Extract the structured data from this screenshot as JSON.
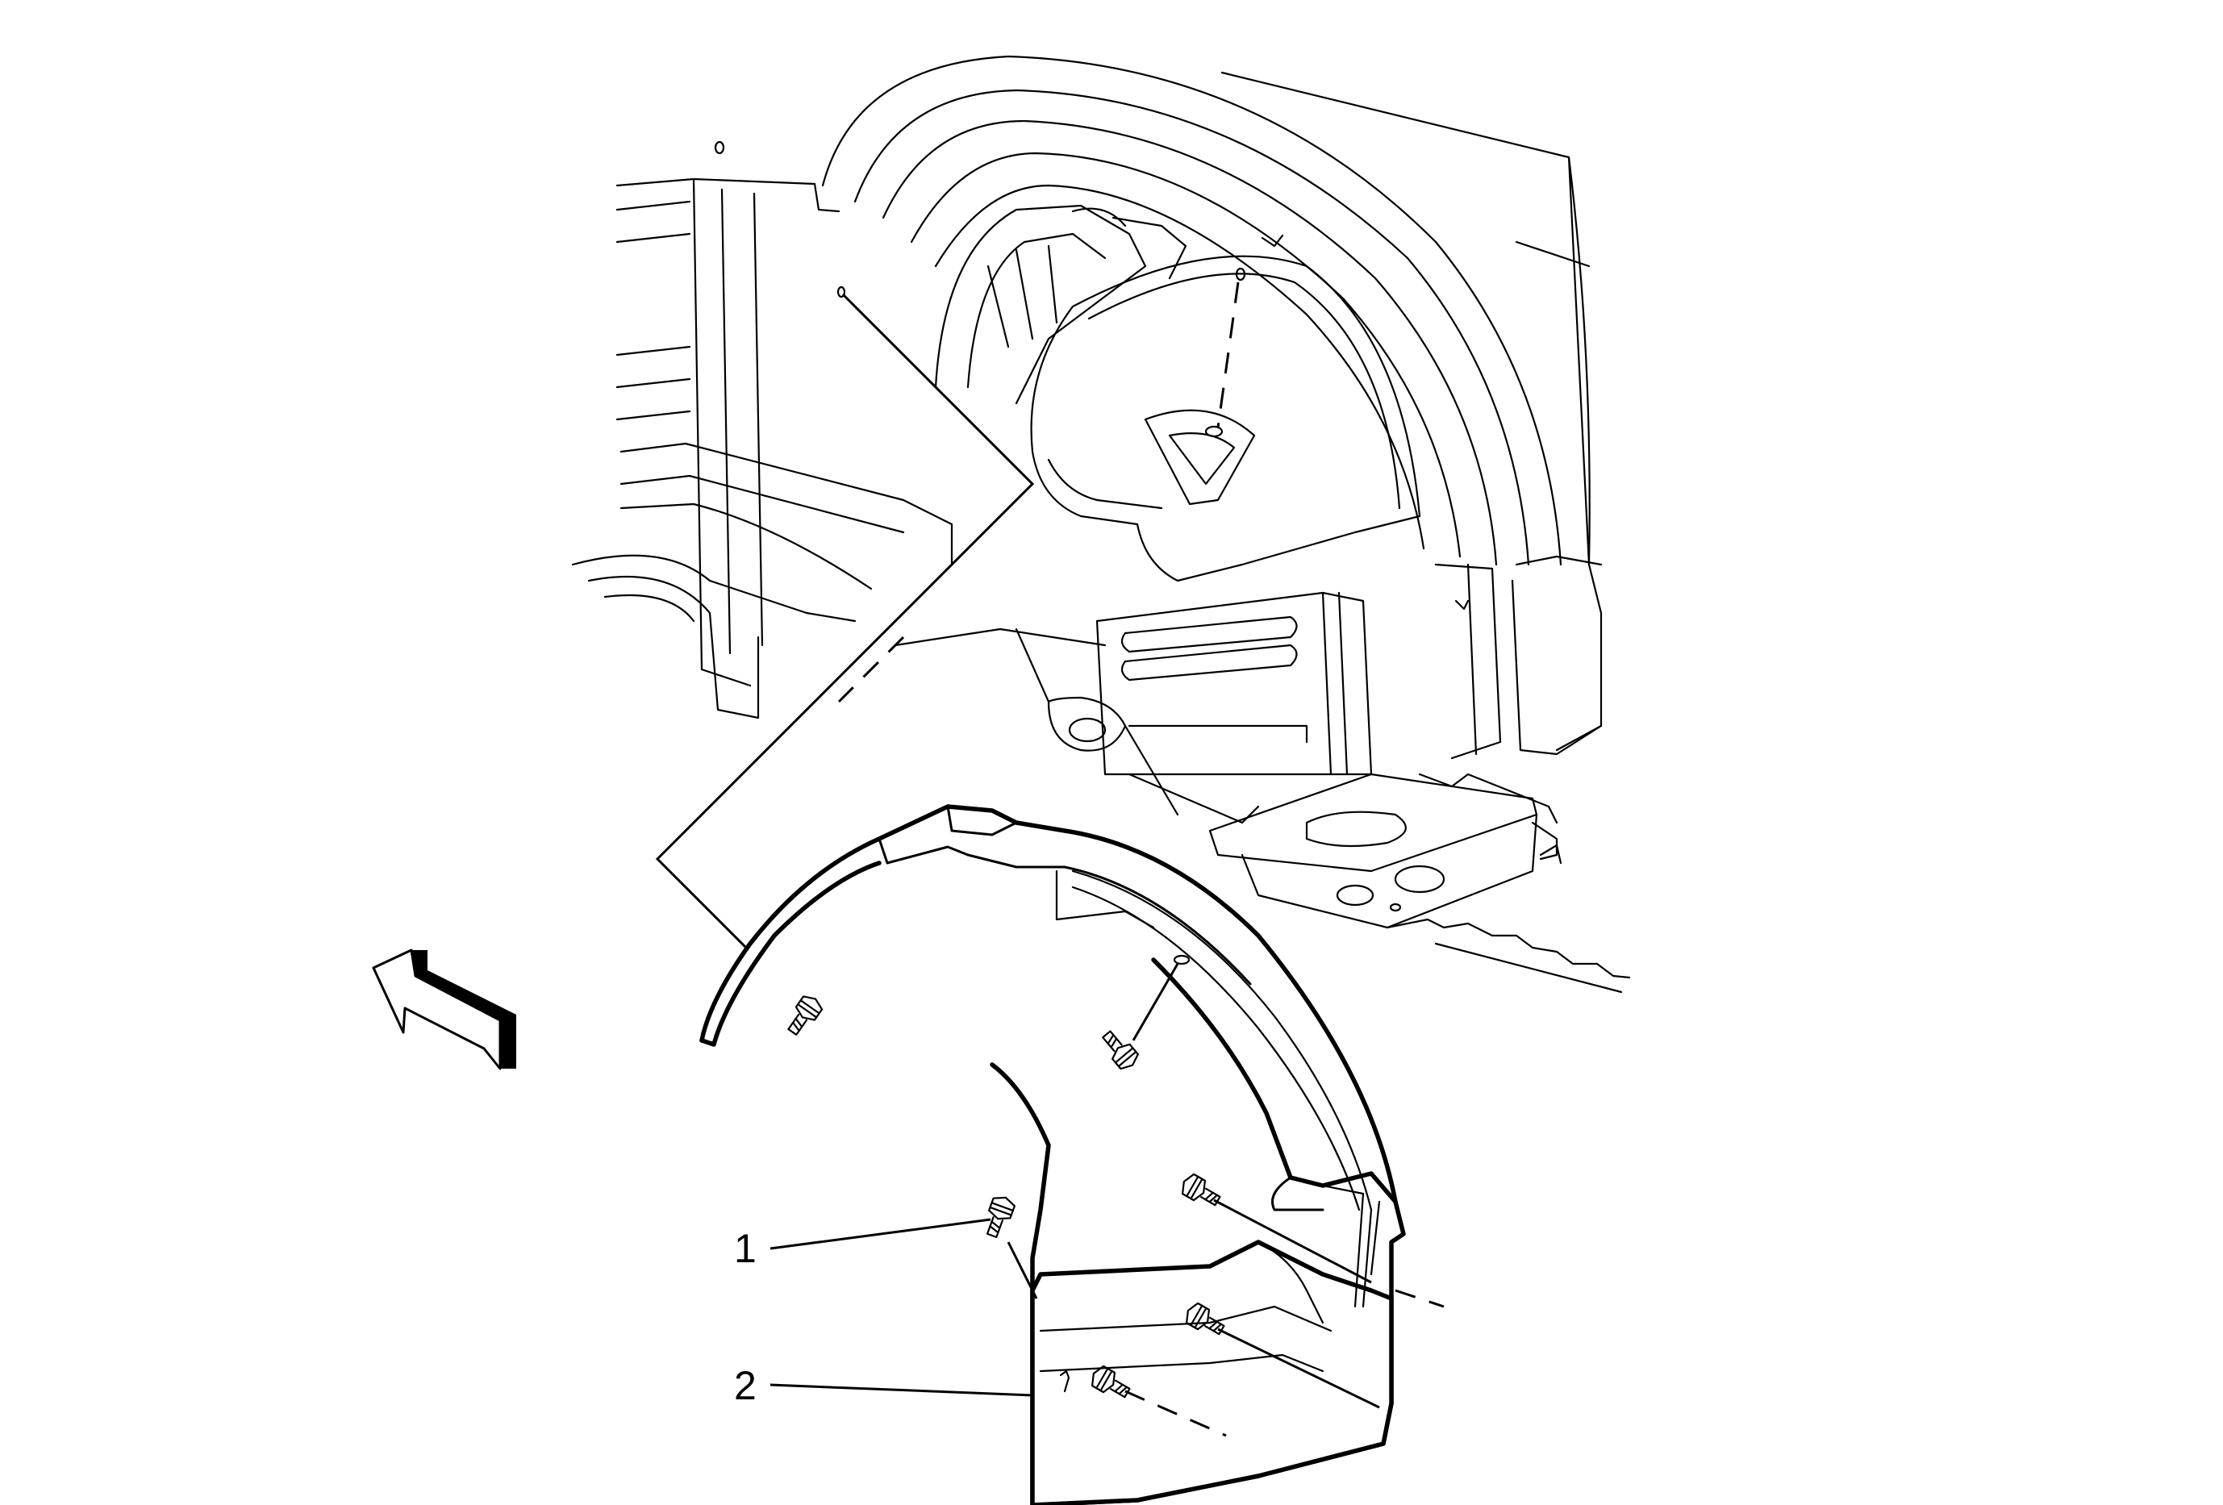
{
  "callouts": [
    {
      "id": "1",
      "label": "1"
    },
    {
      "id": "2",
      "label": "2"
    }
  ],
  "icons": {
    "direction_arrow": "front-direction-arrow-icon"
  },
  "colors": {
    "line": "#000000",
    "background": "#ffffff"
  }
}
